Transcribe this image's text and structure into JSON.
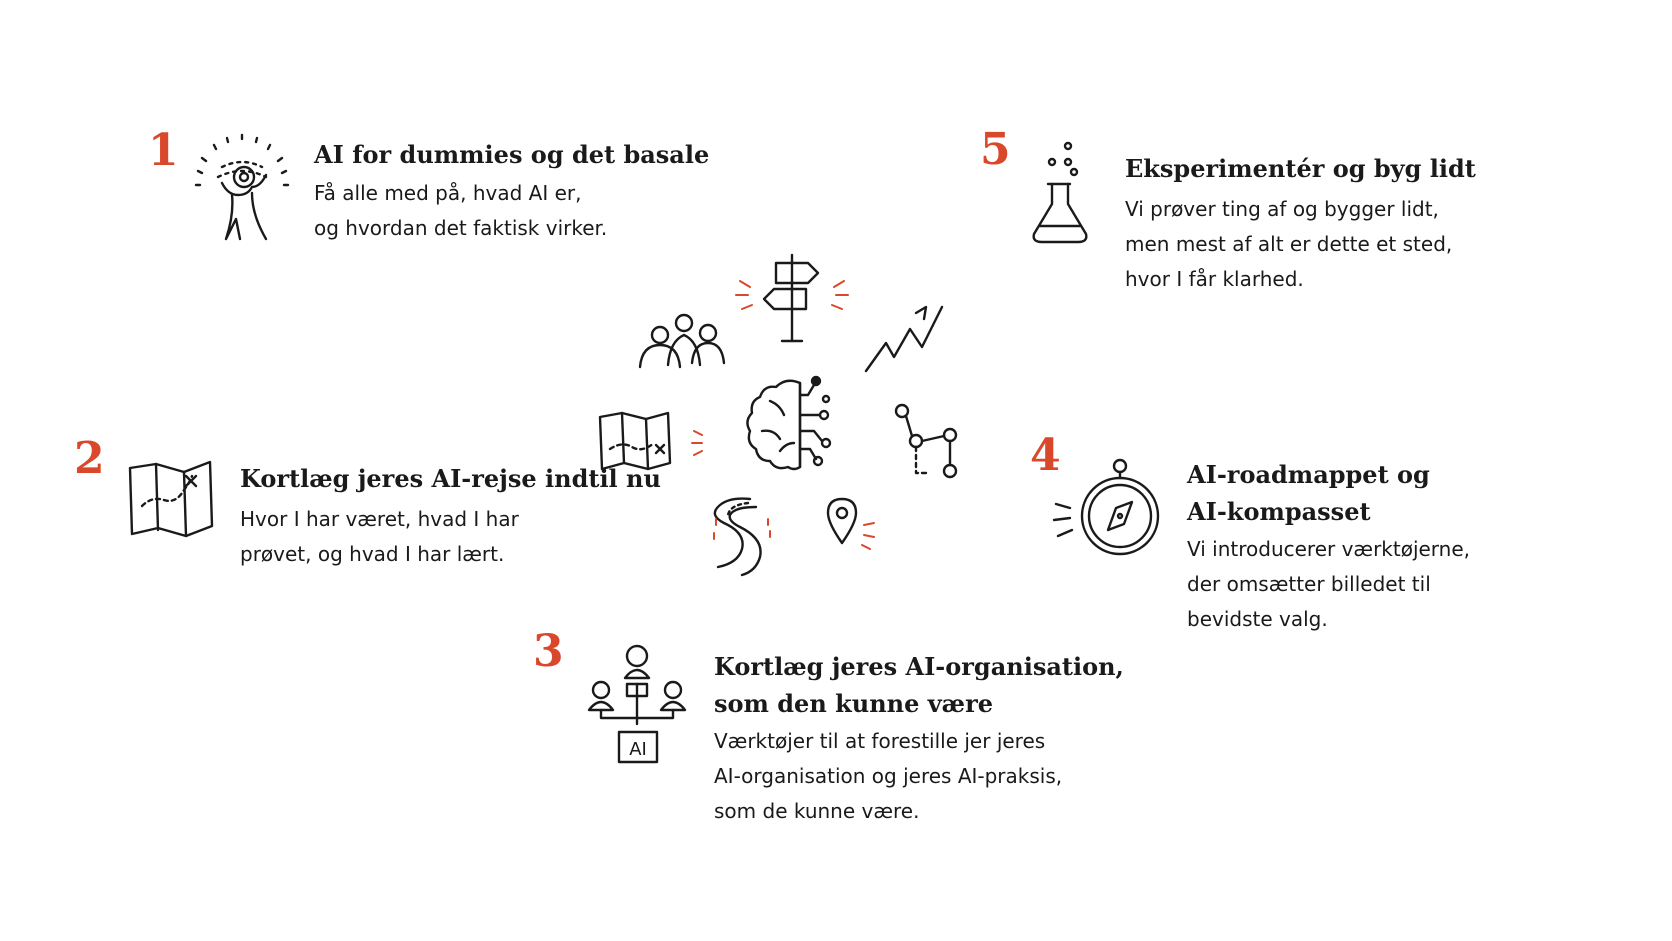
{
  "colors": {
    "accent": "#d9482b",
    "ink": "#1a1a1a",
    "background": "#ffffff"
  },
  "steps": [
    {
      "number": "1",
      "icon": "person-lightbulb-icon",
      "title": [
        "AI for dummies og det basale"
      ],
      "desc": [
        "Få alle med på, hvad AI er,",
        "og hvordan det faktisk virker."
      ]
    },
    {
      "number": "2",
      "icon": "treasure-map-icon",
      "title": [
        "Kortlæg jeres AI-rejse indtil nu"
      ],
      "desc": [
        "Hvor I har været, hvad I har",
        "prøvet, og hvad I har lært."
      ]
    },
    {
      "number": "3",
      "icon": "ai-organisation-icon",
      "title": [
        "Kortlæg jeres AI-organisation,",
        "som den kunne være"
      ],
      "desc": [
        "Værktøjer til at forestille jer jeres",
        "AI-organisation og jeres AI-praksis,",
        "som de kunne være."
      ]
    },
    {
      "number": "4",
      "icon": "compass-icon",
      "title": [
        "AI-roadmappet og",
        "AI-kompasset"
      ],
      "desc": [
        "Vi introducerer værktøjerne,",
        "der omsætter billedet til",
        "bevidste valg."
      ]
    },
    {
      "number": "5",
      "icon": "flask-icon",
      "title": [
        "Eksperimentér og byg lidt"
      ],
      "desc": [
        "Vi prøver ting af og bygger lidt,",
        "men mest af alt er dette et sted,",
        "hvor I får klarhed."
      ]
    }
  ],
  "center_icon": {
    "icon": "ai-brain-icon"
  },
  "org_icon_label": "AI"
}
